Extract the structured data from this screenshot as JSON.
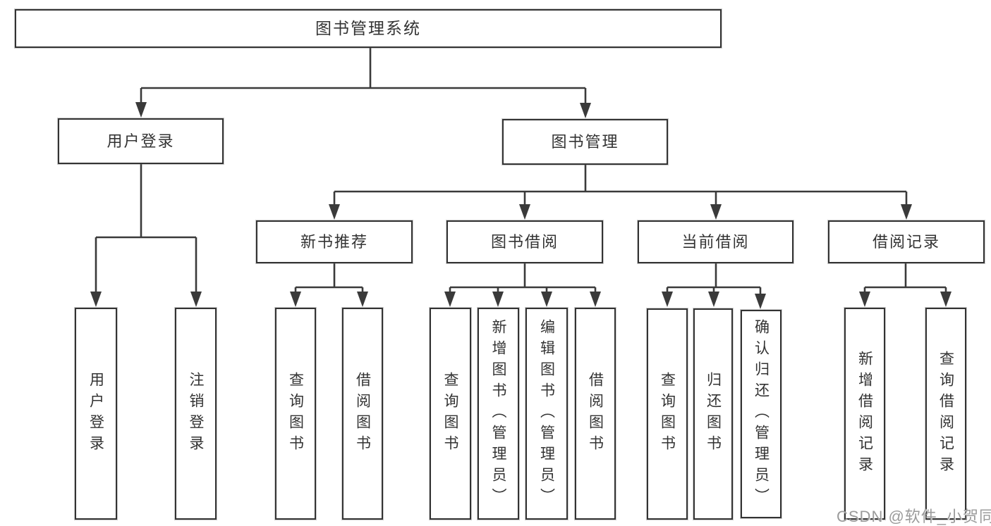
{
  "title": "图书管理系统",
  "watermark": "CSDN @软件_小贺同学",
  "colors": {
    "background": "#ffffff",
    "box_fill": "#ffffff",
    "box_border": "#333333",
    "line": "#3a3a3a",
    "text": "#333333",
    "watermark_text": "#9b9b9b"
  },
  "tree": {
    "root": {
      "label": "图书管理系统"
    },
    "level2": [
      {
        "label": "用户登录",
        "children": [
          {
            "label": "用户登录"
          },
          {
            "label": "注销登录"
          }
        ]
      },
      {
        "label": "图书管理",
        "children": [
          {
            "label": "新书推荐",
            "children": [
              {
                "label": "查询图书"
              },
              {
                "label": "借阅图书"
              }
            ]
          },
          {
            "label": "图书借阅",
            "children": [
              {
                "label": "查询图书"
              },
              {
                "label": "新增图书（管理员）"
              },
              {
                "label": "编辑图书（管理员）"
              },
              {
                "label": "借阅图书"
              }
            ]
          },
          {
            "label": "当前借阅",
            "children": [
              {
                "label": "查询图书"
              },
              {
                "label": "归还图书"
              },
              {
                "label": "确认归还（管理员）"
              }
            ]
          },
          {
            "label": "借阅记录",
            "children": [
              {
                "label": "新增借阅记录"
              },
              {
                "label": "查询借阅记录"
              }
            ]
          }
        ]
      }
    ]
  }
}
